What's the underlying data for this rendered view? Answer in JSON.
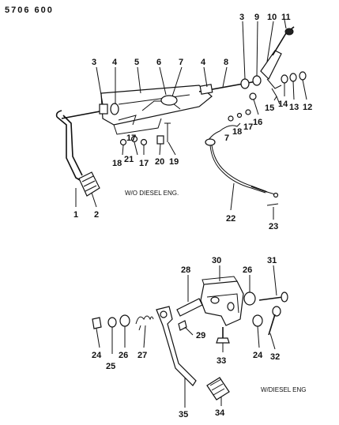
{
  "header": {
    "part_number": "5706 600"
  },
  "upper_assembly": {
    "caption": "W/O DIESEL ENG.",
    "callouts": [
      "1",
      "2",
      "3",
      "4",
      "5",
      "6",
      "7",
      "4",
      "8",
      "3",
      "9",
      "10",
      "11",
      "14",
      "13",
      "12",
      "15",
      "16",
      "17",
      "7",
      "18",
      "17",
      "18",
      "21",
      "17",
      "20",
      "19",
      "22",
      "23"
    ]
  },
  "lower_assembly": {
    "caption": "W/DIESEL ENG",
    "callouts": [
      "28",
      "30",
      "26",
      "31",
      "24",
      "25",
      "26",
      "27",
      "29",
      "24",
      "32",
      "33",
      "35",
      "34"
    ]
  }
}
